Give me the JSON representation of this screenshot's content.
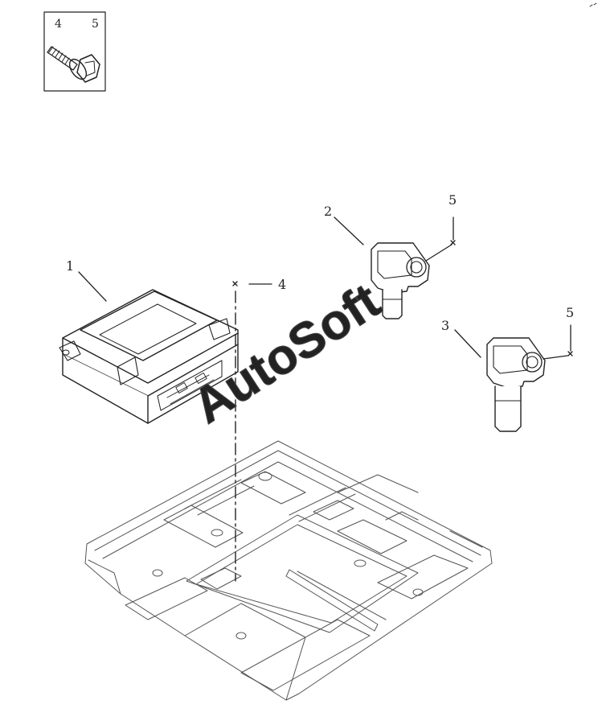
{
  "legend_box": {
    "labels": [
      "4",
      "5"
    ]
  },
  "callouts": {
    "part_1": "1",
    "part_2": "2",
    "part_3": "3",
    "part_4": "4",
    "part_5_upper": "5",
    "part_5_lower": "5"
  },
  "watermark": "AutoSoft",
  "colors": {
    "line": "#222222",
    "watermark_outline": "#444444"
  }
}
